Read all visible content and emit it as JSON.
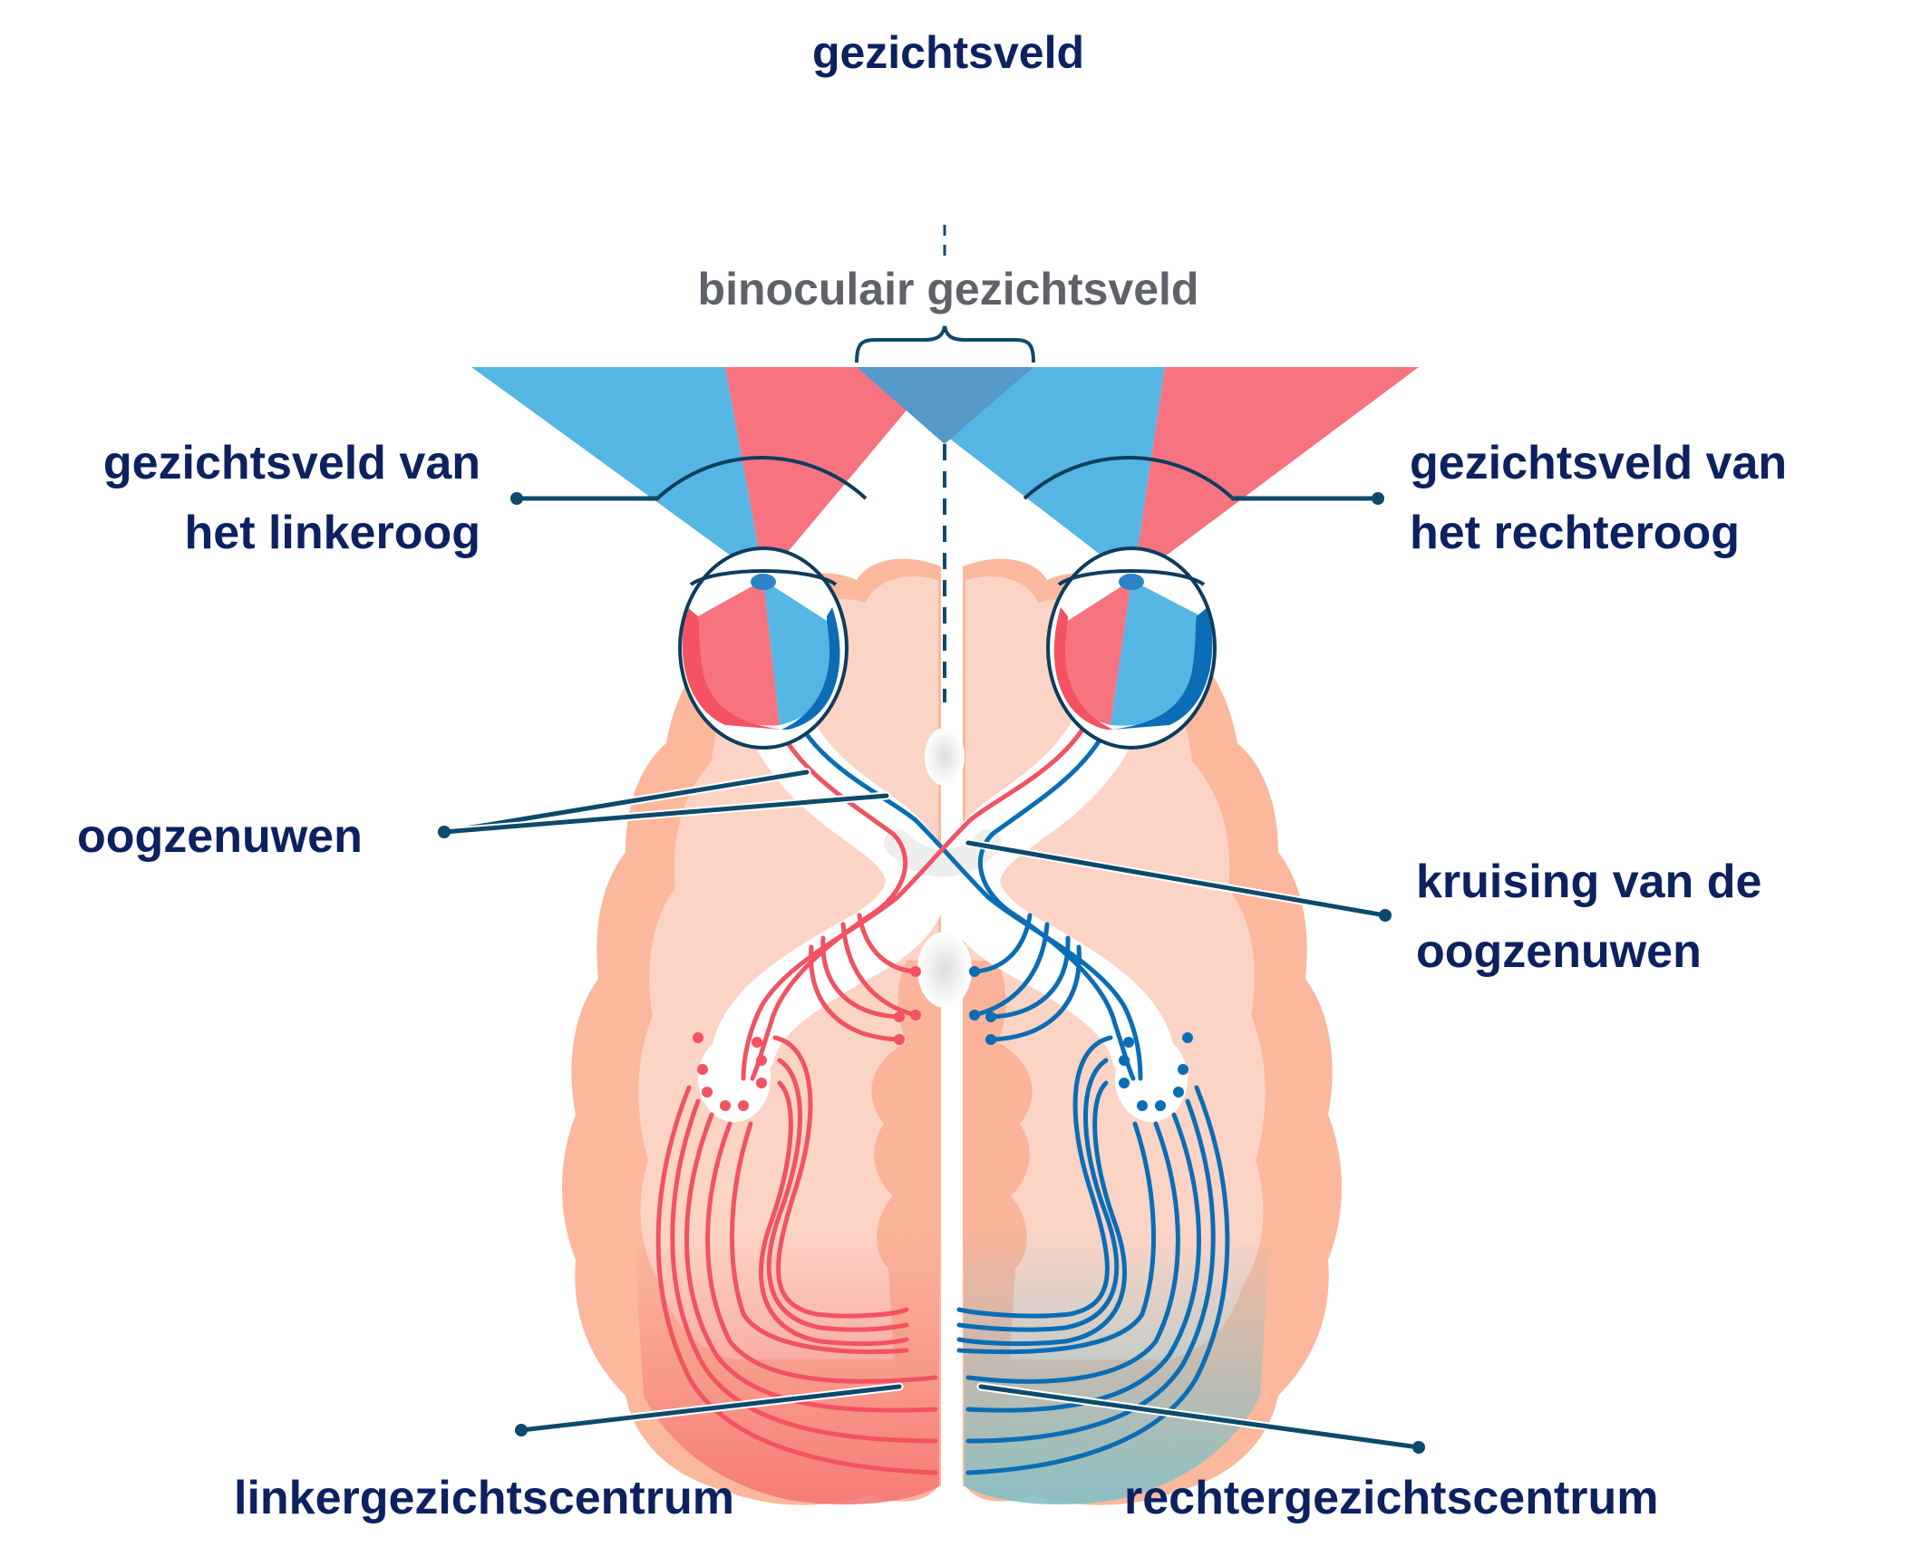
{
  "title": "gezichtsveld",
  "labels": {
    "binocular": "binoculair gezichtsveld",
    "left_field_line1": "gezichtsveld van",
    "left_field_line2": "het linkeroog",
    "right_field_line1": "gezichtsveld van",
    "right_field_line2": "het rechteroog",
    "optic_nerves": "oogzenuwen",
    "chiasm_line1": "kruising van de",
    "chiasm_line2": "oogzenuwen",
    "left_visual_center": "linkergezichtscentrum",
    "right_visual_center": "rechtergezichtscentrum"
  },
  "colors": {
    "label_text": "#0b2160",
    "binocular_text": "#5f6268",
    "field_blue": "#56b6e3",
    "field_red": "#f7737f",
    "field_overlap": "#5599c9",
    "nerve_red": "#f25262",
    "nerve_blue": "#0a6db5",
    "eye_outline": "#0d3d5e",
    "brain_light": "#fcd3c5",
    "brain_mid": "#fbbfa8",
    "brain_dark": "#f9a98c",
    "leader_line": "#0d4a6b",
    "left_cortex_tint": "#f57c7c",
    "right_cortex_tint": "#7fbfc6"
  },
  "icons": {
    "left_eye": "eyeball-icon",
    "right_eye": "eyeball-icon",
    "brain": "brain-axial-icon"
  }
}
